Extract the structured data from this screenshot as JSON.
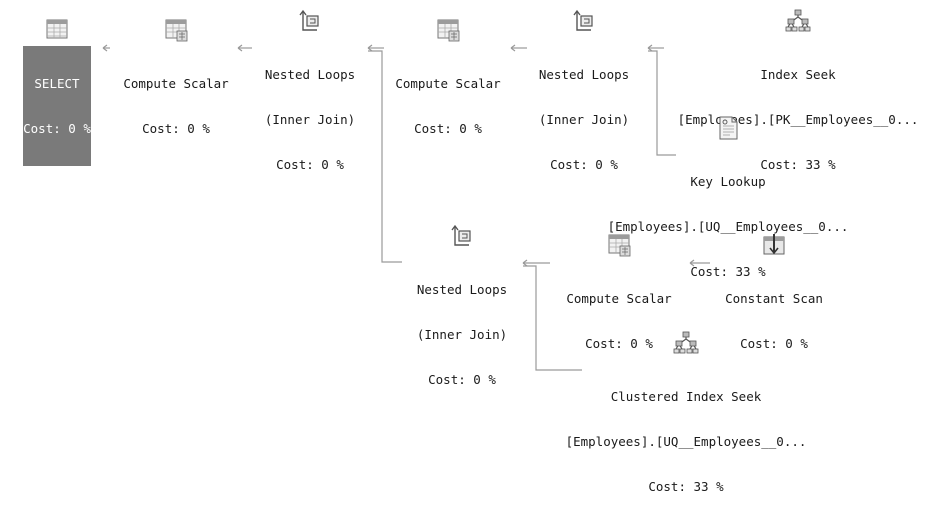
{
  "plan": {
    "nodes": {
      "select": {
        "icon": "select-icon",
        "lines": [
          "SELECT",
          "Cost: 0 %"
        ]
      },
      "compute_scalar_1": {
        "icon": "compute-scalar-icon",
        "lines": [
          "Compute Scalar",
          "Cost: 0 %"
        ]
      },
      "nested_loops_1": {
        "icon": "nested-loops-icon",
        "lines": [
          "Nested Loops",
          "(Inner Join)",
          "Cost: 0 %"
        ]
      },
      "compute_scalar_2": {
        "icon": "compute-scalar-icon",
        "lines": [
          "Compute Scalar",
          "Cost: 0 %"
        ]
      },
      "nested_loops_2": {
        "icon": "nested-loops-icon",
        "lines": [
          "Nested Loops",
          "(Inner Join)",
          "Cost: 0 %"
        ]
      },
      "index_seek": {
        "icon": "index-seek-icon",
        "lines": [
          "Index Seek",
          "[Employees].[PK__Employees__0...",
          "Cost: 33 %"
        ]
      },
      "key_lookup": {
        "icon": "key-lookup-icon",
        "lines": [
          "Key Lookup",
          "[Employees].[UQ__Employees__0...",
          "Cost: 33 %"
        ]
      },
      "nested_loops_3": {
        "icon": "nested-loops-icon",
        "lines": [
          "Nested Loops",
          "(Inner Join)",
          "Cost: 0 %"
        ]
      },
      "compute_scalar_3": {
        "icon": "compute-scalar-icon",
        "lines": [
          "Compute Scalar",
          "Cost: 0 %"
        ]
      },
      "constant_scan": {
        "icon": "constant-scan-icon",
        "lines": [
          "Constant Scan",
          "Cost: 0 %"
        ]
      },
      "clustered_index_seek": {
        "icon": "clustered-index-seek-icon",
        "lines": [
          "Clustered Index Seek",
          "[Employees].[UQ__Employees__0...",
          "Cost: 33 %"
        ]
      }
    }
  }
}
